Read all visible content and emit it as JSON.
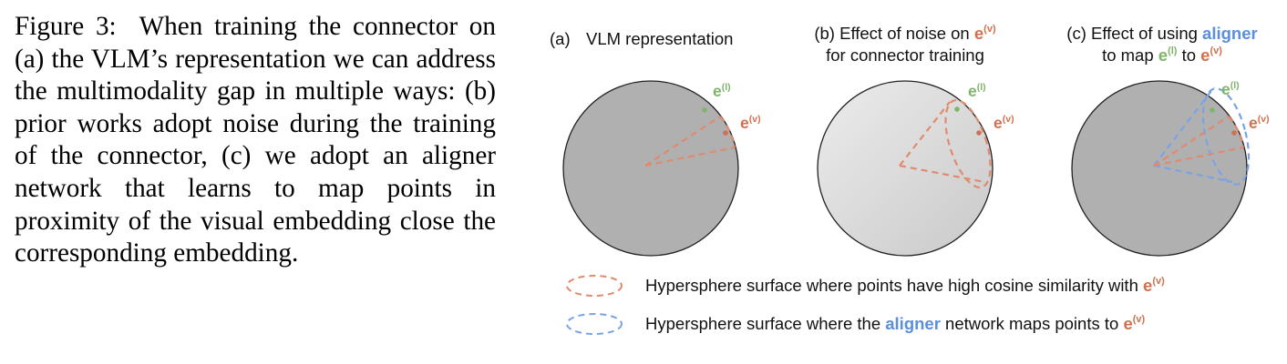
{
  "caption": {
    "label": "Figure 3:",
    "text": "When training the connector on (a) the VLM’s representation we can address the multimodality gap in multiple ways: (b) prior works adopt noise during the training of the connector, (c) we adopt an aligner network that learns to map points in proximity of the visual embedding close the corresponding embedding."
  },
  "panels": {
    "a": {
      "marker": "(a)",
      "title": "VLM representation"
    },
    "b": {
      "line1": "(b) Effect of noise on ",
      "line2": "for connector training"
    },
    "c": {
      "line1_prefix": "(c) Effect of using ",
      "aligner": "aligner",
      "line2_prefix": "to map ",
      "line2_mid": " to "
    }
  },
  "symbols": {
    "e": "e",
    "l_sup": "(l)",
    "v_sup": "(v)"
  },
  "legend": {
    "red_prefix": "Hypersphere surface where points have high cosine similarity with ",
    "blue_prefix": "Hypersphere surface where the ",
    "blue_aligner": "aligner",
    "blue_suffix": " network maps points to "
  },
  "colors": {
    "red": "#d0704f",
    "red_dash": "#e08a6e",
    "green": "#7fb56a",
    "blue": "#5b8fdc",
    "blue_dash": "#7aa3e6",
    "sphere_dark": "#b0b0b0",
    "sphere_light_top": "#e6e6e6",
    "sphere_light_bottom": "#cfcfcf",
    "sphere_stroke": "#222222"
  }
}
